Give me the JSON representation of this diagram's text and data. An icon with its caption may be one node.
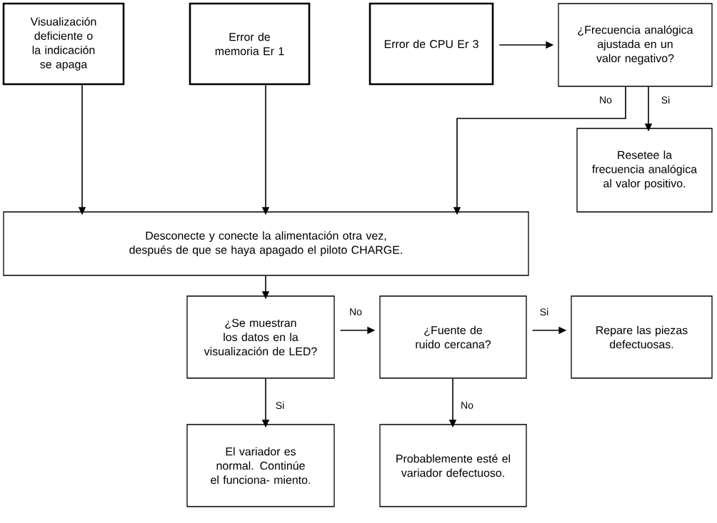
{
  "diagram": {
    "nodes": [
      {
        "text": [
          "Visualización deficiente o la indicación se apaga"
        ]
      },
      {
        "text": [
          "Error de memoria Er 1"
        ]
      },
      {
        "text": [
          "Error de CPU Er 3"
        ]
      },
      {
        "text": [
          "¿Frecuencia analógica ajustada en un valor negativo?"
        ]
      },
      {
        "text": [
          "Resetee la frecuencia analógica al valor positivo."
        ]
      },
      {
        "text": [
          "Desconecte y conecte la alimentación otra vez, después de que se haya apagado el piloto CHARGE."
        ]
      },
      {
        "text": [
          "¿Se muestran los datos en la visualización de LED?"
        ]
      },
      {
        "text": [
          "¿Fuente de ruido cercana?"
        ]
      },
      {
        "text": [
          "Repare las piezas defectuosas."
        ]
      },
      {
        "text": [
          "El variador es normal. Continúe el funciona- miento."
        ]
      },
      {
        "text": [
          "Probablemente esté el variador defectuoso."
        ]
      }
    ],
    "edges": [
      {
        "from": 0,
        "to": 5,
        "arrow": "to"
      },
      {
        "from": 1,
        "to": 5,
        "arrow": "to"
      },
      {
        "from": 2,
        "to": 3,
        "arrow": "to"
      },
      {
        "from": 3,
        "to": 5,
        "arrow": "to",
        "label": "No"
      },
      {
        "from": 3,
        "to": 4,
        "arrow": "to",
        "label": "Si"
      },
      {
        "from": 5,
        "to": 6,
        "arrow": "to"
      },
      {
        "from": 6,
        "to": 7,
        "arrow": "to",
        "label": "No"
      },
      {
        "from": 7,
        "to": 8,
        "arrow": "to",
        "label": "Si"
      },
      {
        "from": 6,
        "to": 9,
        "arrow": "to",
        "label": "Si"
      },
      {
        "from": 7,
        "to": 10,
        "arrow": "to",
        "label": "No"
      }
    ]
  }
}
